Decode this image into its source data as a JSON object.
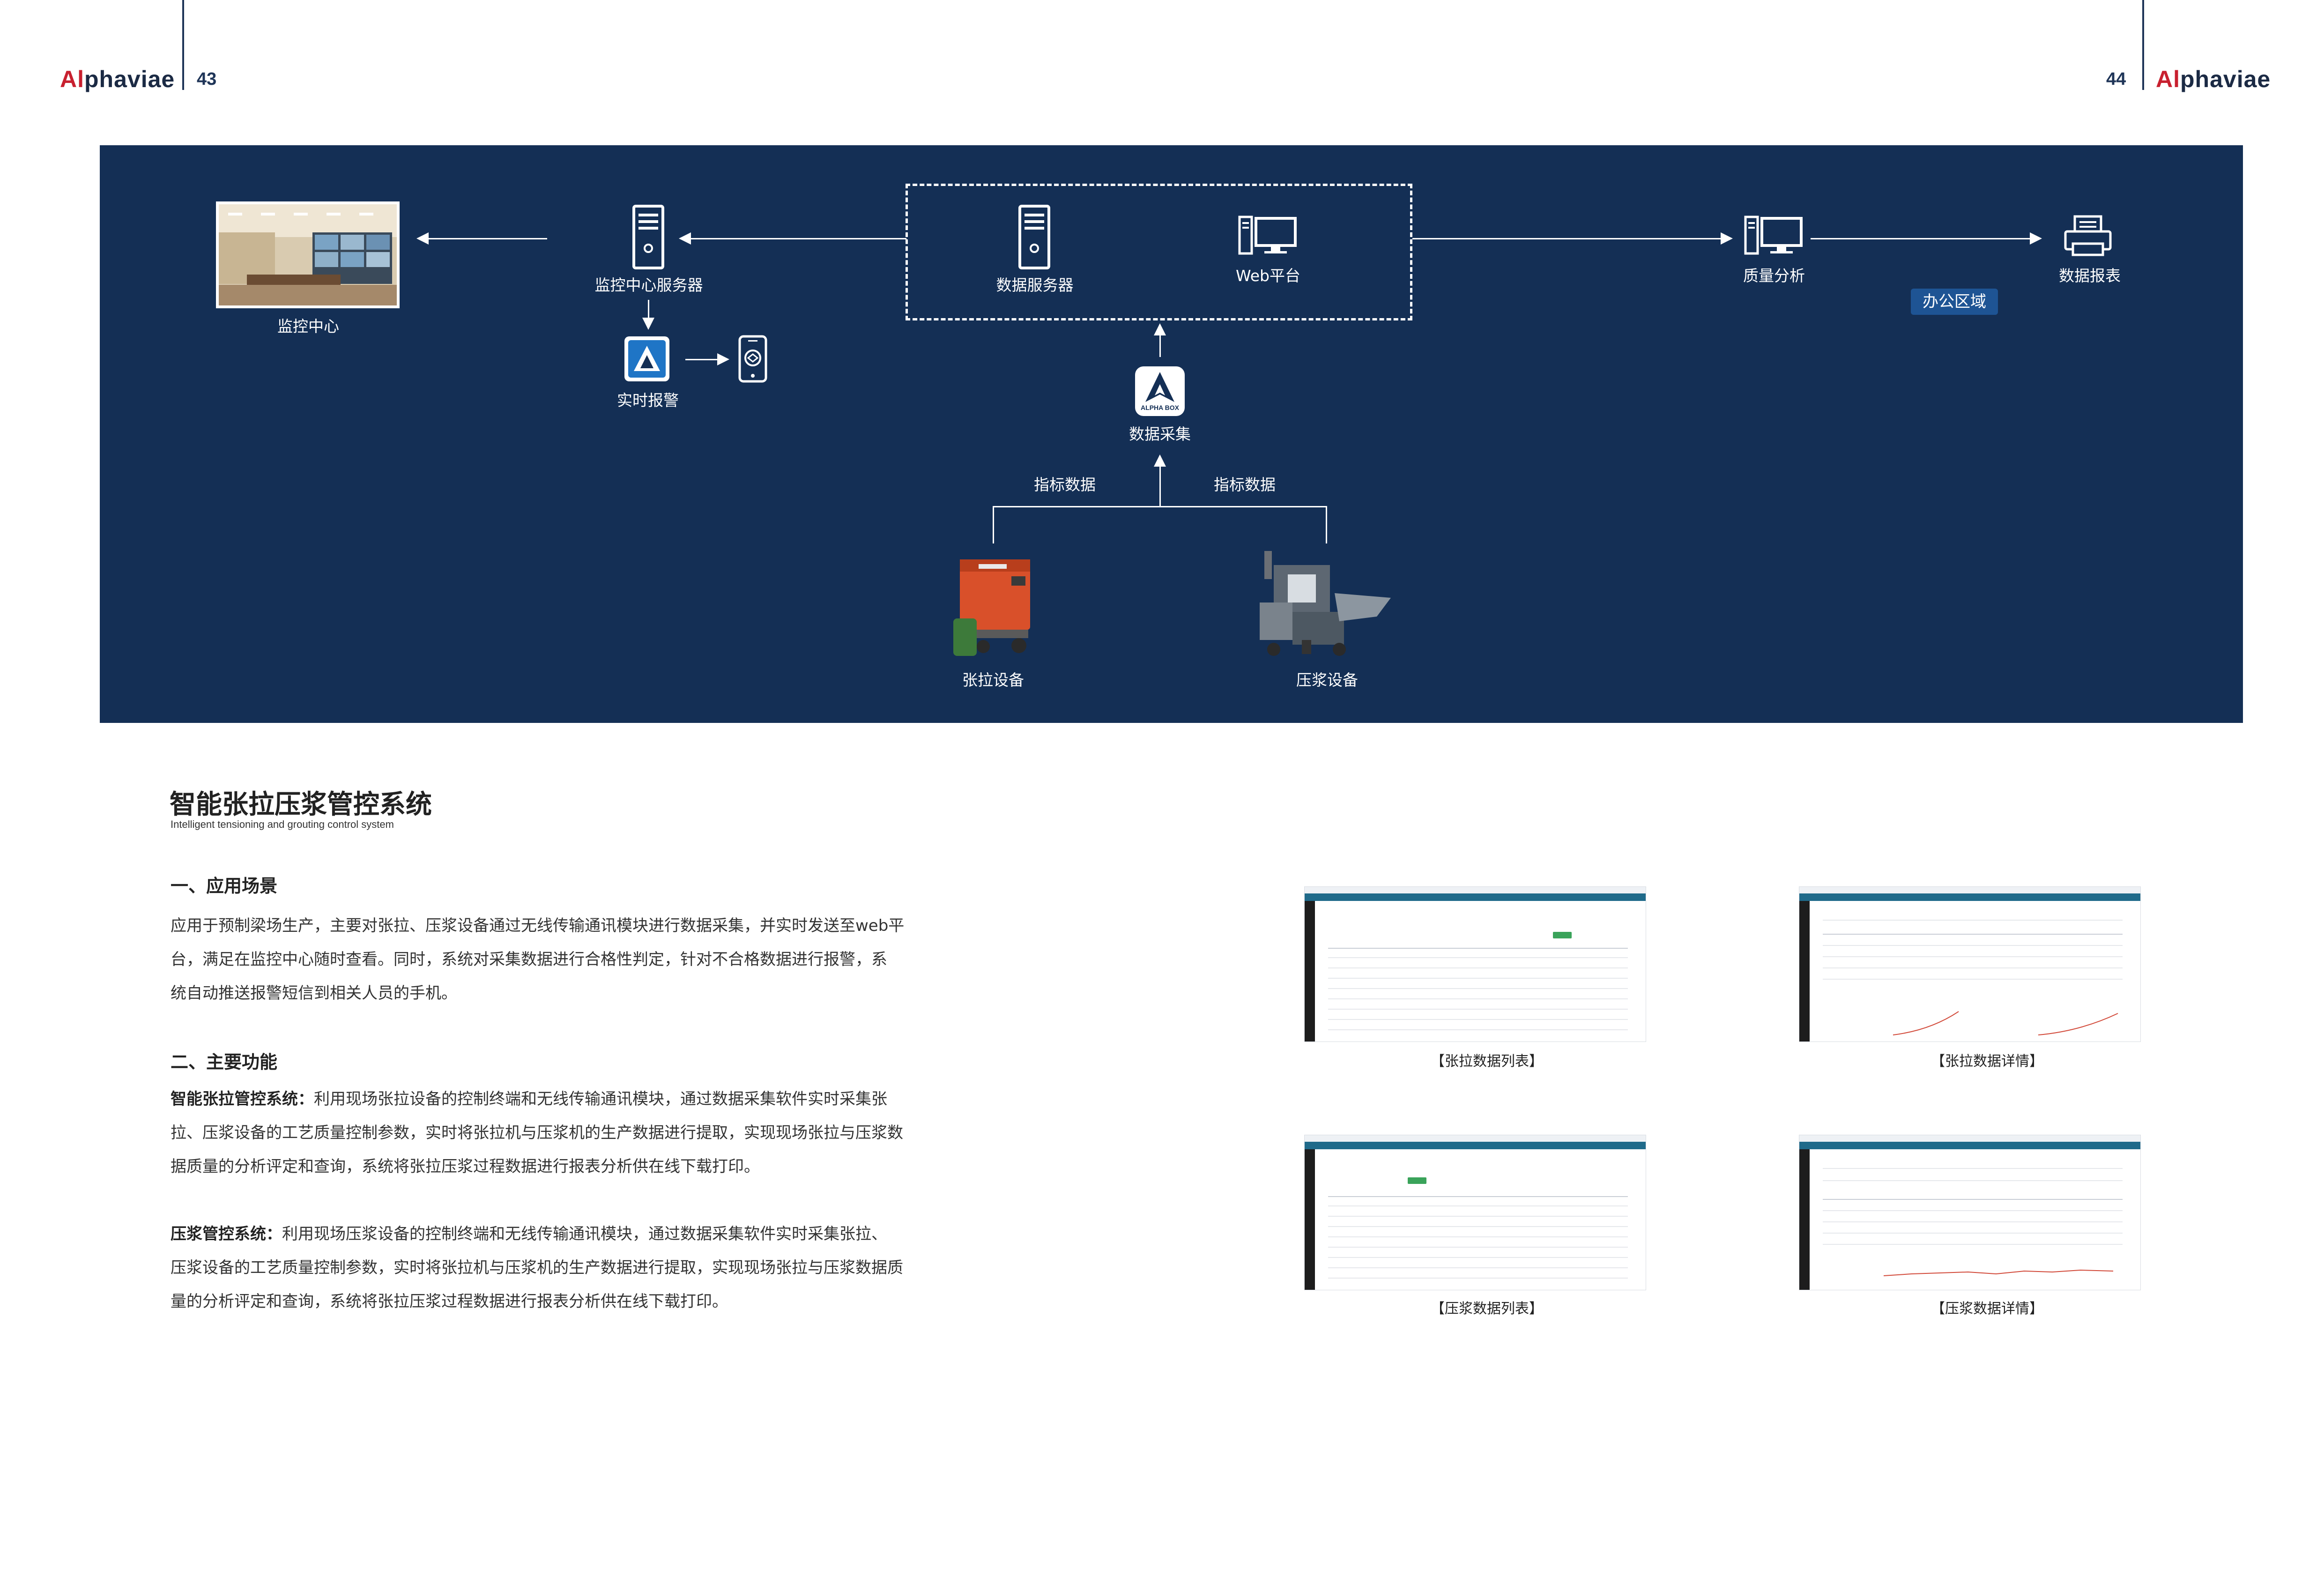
{
  "header": {
    "left_brand_prefix": "Al",
    "left_brand_rest": "phaviae",
    "left_page": "43",
    "right_page": "44",
    "right_brand_prefix": "Al",
    "right_brand_rest": "phaviae"
  },
  "diagram": {
    "monitor_center": "监控中心",
    "monitor_server": "监控中心服务器",
    "realtime_alarm": "实时报警",
    "data_server": "数据服务器",
    "web_platform": "Web平台",
    "quality_analysis": "质量分析",
    "data_report": "数据报表",
    "office_area": "办公区域",
    "alpha_box": "ALPHA BOX",
    "data_collection": "数据采集",
    "index_data_left": "指标数据",
    "index_data_right": "指标数据",
    "tension_device": "张拉设备",
    "grout_device": "压浆设备"
  },
  "content": {
    "title": "智能张拉压浆管控系统",
    "subtitle": "Intelligent tensioning and grouting control system",
    "section1_heading": "一、应用场景",
    "section1_lines": [
      "应用于预制梁场生产，主要对张拉、压浆设备通过无线传输通讯模块进行数据采集，并实时发送至web平",
      "台，满足在监控中心随时查看。同时，系统对采集数据进行合格性判定，针对不合格数据进行报警，系",
      "统自动推送报警短信到相关人员的手机。"
    ],
    "section2_heading": "二、主要功能",
    "tension_label": "智能张拉管控系统：",
    "tension_lines": [
      "利用现场张拉设备的控制终端和无线传输通讯模块，通过数据采集软件实时采集张",
      "拉、压浆设备的工艺质量控制参数，实时将张拉机与压浆机的生产数据进行提取，实现现场张拉与压浆数",
      "据质量的分析评定和查询，系统将张拉压浆过程数据进行报表分析供在线下载打印。"
    ],
    "grout_label": "压浆管控系统：",
    "grout_lines": [
      "利用现场压浆设备的控制终端和无线传输通讯模块，通过数据采集软件实时采集张拉、",
      "压浆设备的工艺质量控制参数，实时将张拉机与压浆机的生产数据进行提取，实现现场张拉与压浆数据质",
      "量的分析评定和查询，系统将张拉压浆过程数据进行报表分析供在线下载打印。"
    ]
  },
  "screenshots": {
    "caption_tension_list": "【张拉数据列表】",
    "caption_tension_detail": "【张拉数据详情】",
    "caption_grout_list": "【压浆数据列表】",
    "caption_grout_detail": "【压浆数据详情】"
  },
  "colors": {
    "diagram_bg": "#142f55",
    "brand_red": "#c8202f",
    "brand_navy": "#1b2a44",
    "office_badge": "#1e5494"
  }
}
